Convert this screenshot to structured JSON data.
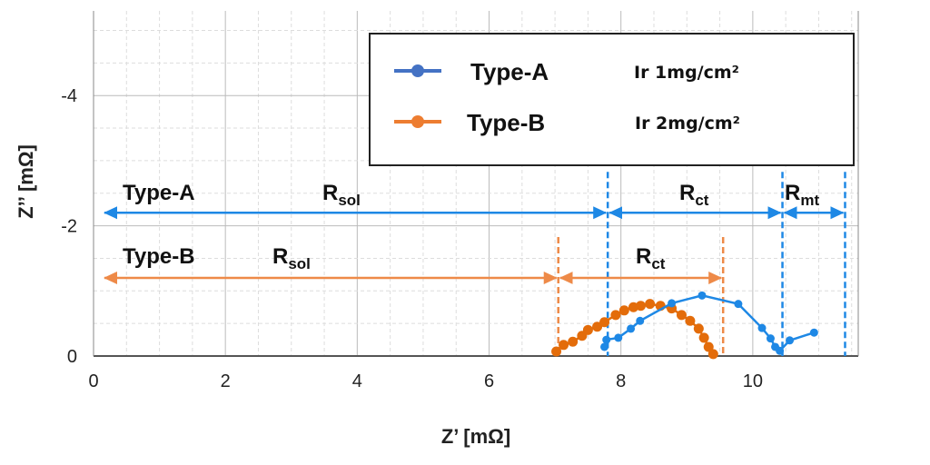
{
  "chart_data": {
    "type": "scatter",
    "title": "",
    "xlabel": "Z’ [mΩ]",
    "ylabel": "Z’’ [mΩ]",
    "xlim": [
      0,
      11.6
    ],
    "ylim": [
      0,
      -5.3
    ],
    "xticks": [
      "0",
      "2",
      "4",
      "6",
      "8",
      "10"
    ],
    "xtick_values": [
      0,
      2,
      4,
      6,
      8,
      10
    ],
    "yticks": [
      "0",
      "-2",
      "-4"
    ],
    "ytick_values": [
      0,
      -2,
      -4
    ],
    "grid": true,
    "legend_position": "top-right",
    "series": [
      {
        "name": "Type-A",
        "note": "Ir 1mg/cm²",
        "color": "#1e88e5",
        "legend_color": "#4472c4",
        "x": [
          7.75,
          7.78,
          7.96,
          8.15,
          8.29,
          8.77,
          9.23,
          9.78,
          10.14,
          10.27,
          10.34,
          10.41,
          10.56,
          10.93
        ],
        "y": [
          -0.14,
          -0.25,
          -0.28,
          -0.42,
          -0.54,
          -0.81,
          -0.93,
          -0.8,
          -0.43,
          -0.27,
          -0.14,
          -0.08,
          -0.24,
          -0.36
        ]
      },
      {
        "name": "Type-B",
        "note": "Ir 2mg/cm²",
        "color": "#e36c0a",
        "legend_color": "#ed7d31",
        "x": [
          7.02,
          7.13,
          7.27,
          7.41,
          7.5,
          7.64,
          7.75,
          7.92,
          8.05,
          8.19,
          8.3,
          8.44,
          8.6,
          8.77,
          8.92,
          9.05,
          9.18,
          9.26,
          9.33,
          9.4
        ],
        "y": [
          -0.07,
          -0.17,
          -0.22,
          -0.31,
          -0.4,
          -0.45,
          -0.52,
          -0.63,
          -0.7,
          -0.75,
          -0.77,
          -0.8,
          -0.77,
          -0.73,
          -0.63,
          -0.54,
          -0.42,
          -0.28,
          -0.14,
          -0.03
        ]
      }
    ],
    "annotations": {
      "type_a_label": "Type-A",
      "type_b_label": "Type-B",
      "r": "R",
      "sol": "sol",
      "ct": "ct",
      "mt": "mt",
      "type_a_color": "#1e88e5",
      "type_b_color": "#ee8a48",
      "type_a_bounds": [
        0,
        7.8,
        10.45,
        11.4
      ],
      "type_a_level": -2.2,
      "type_b_bounds": [
        0,
        7.05,
        9.55
      ],
      "type_b_level": -1.2
    }
  }
}
